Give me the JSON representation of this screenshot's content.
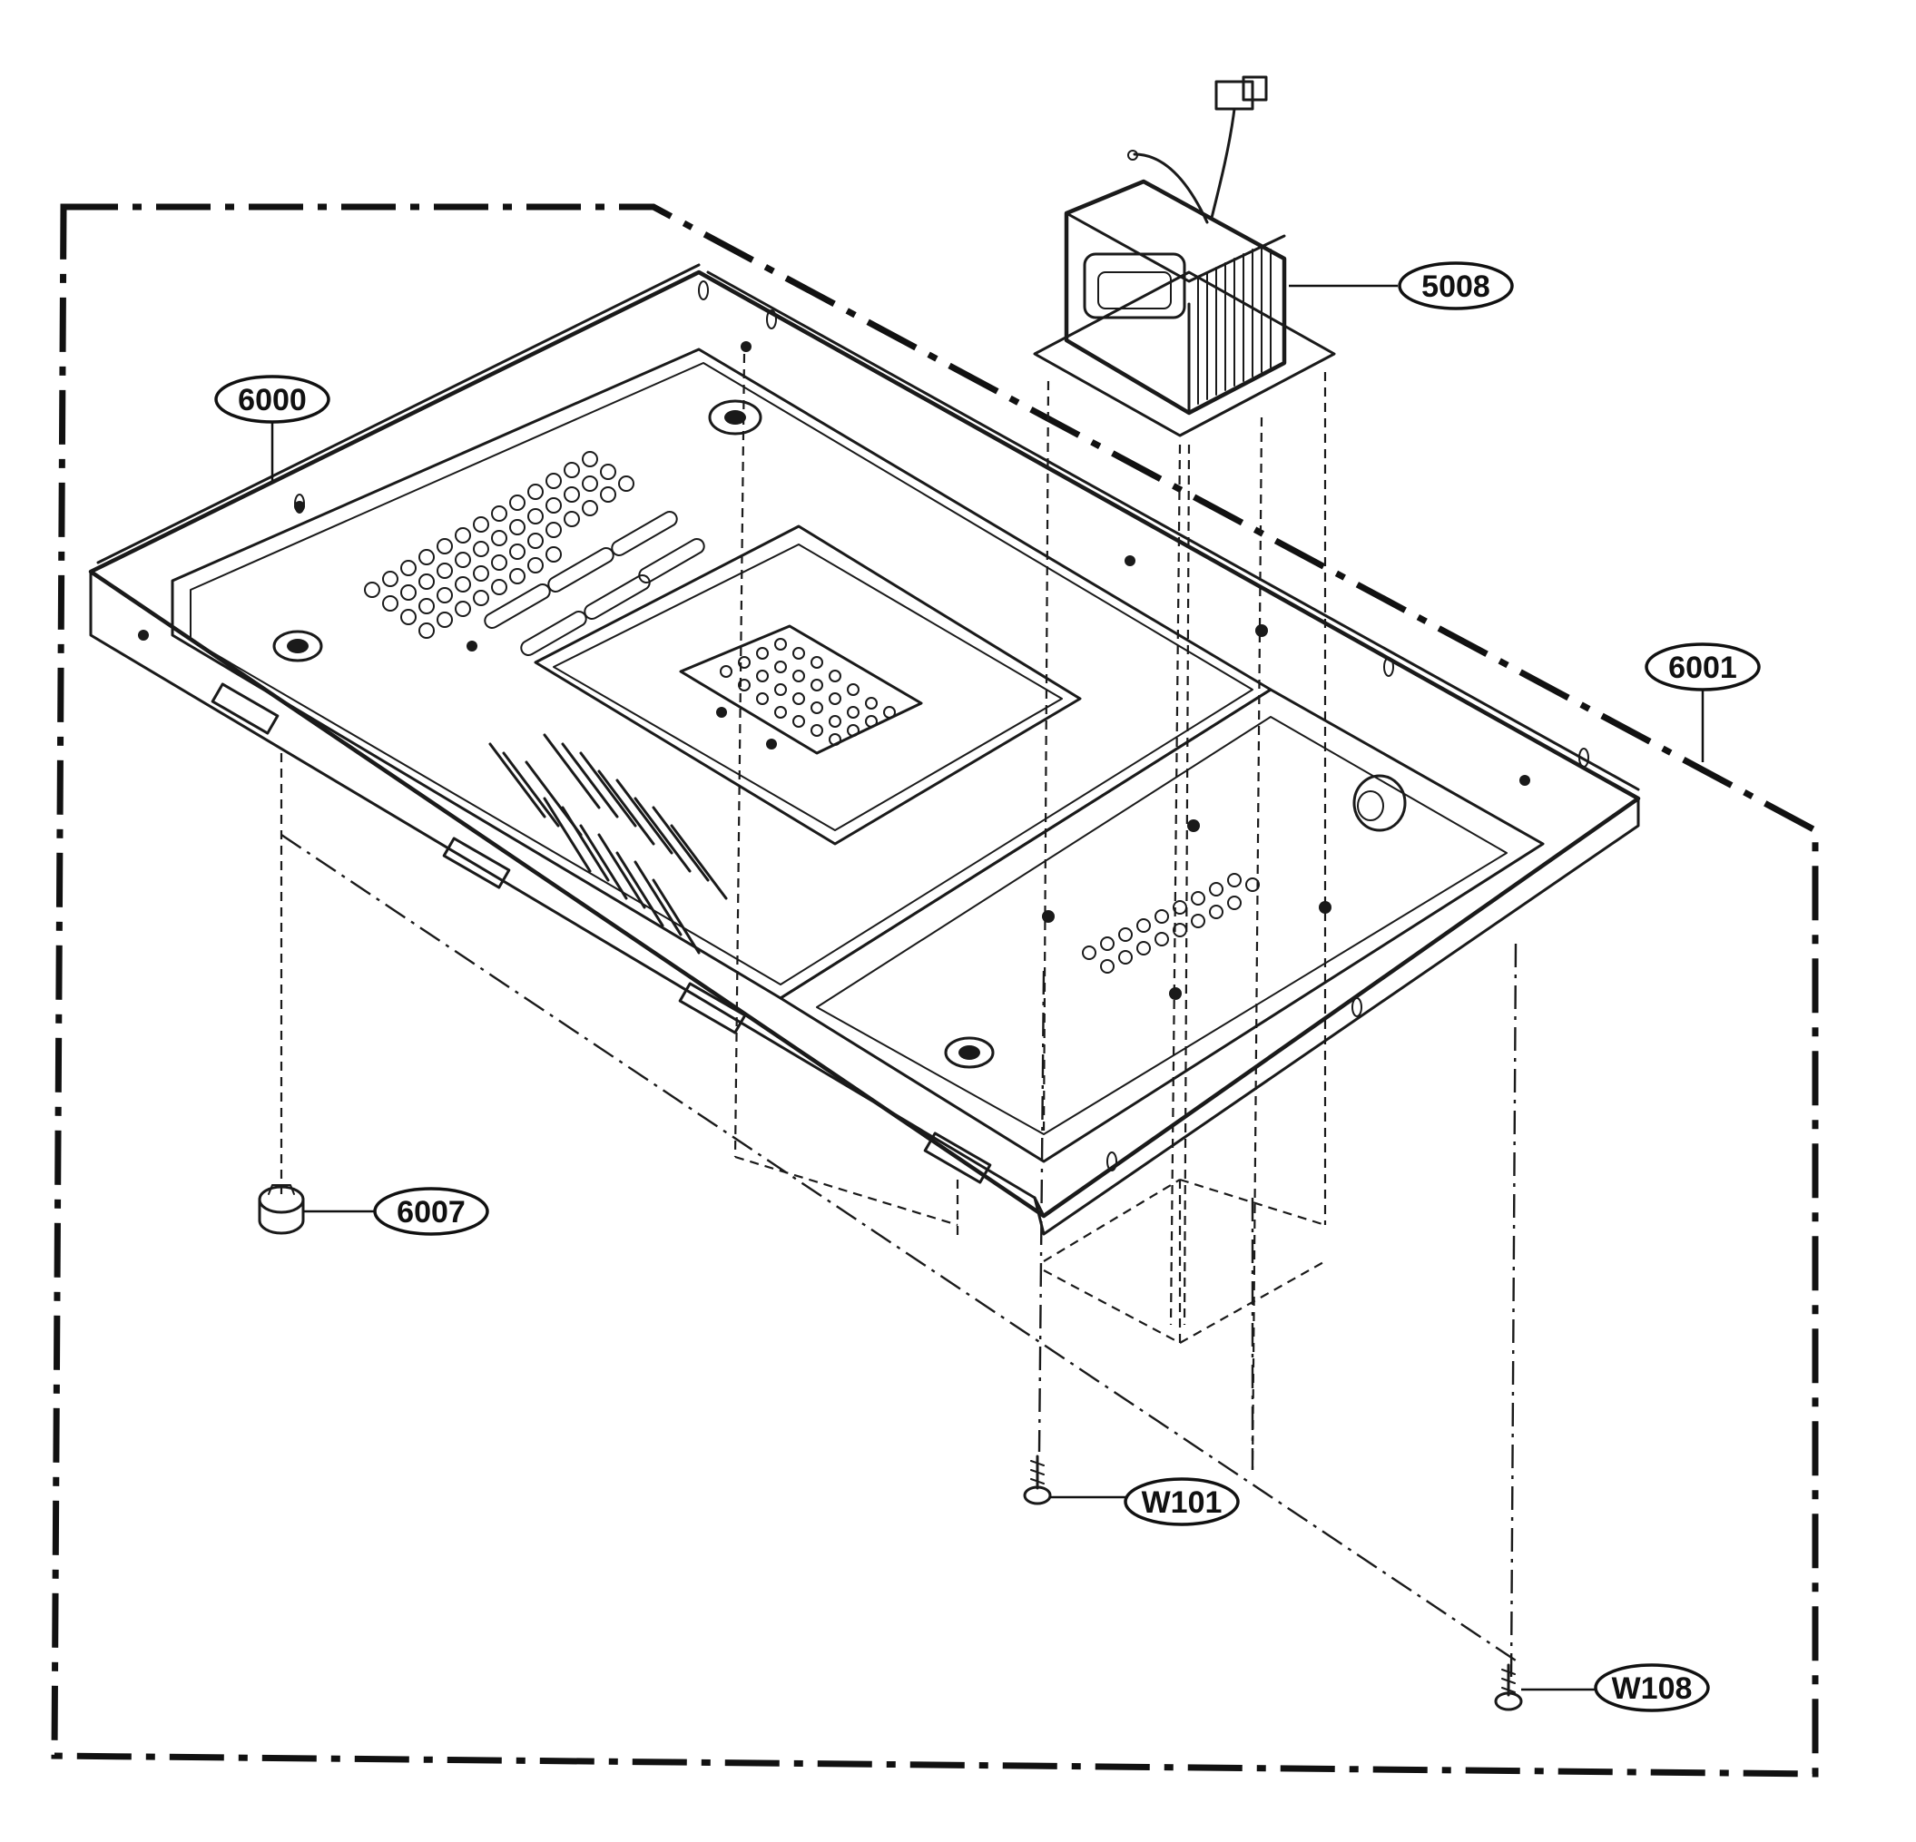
{
  "callouts": [
    {
      "id": "label-6000",
      "text": "6000"
    },
    {
      "id": "label-5008",
      "text": "5008"
    },
    {
      "id": "label-6001",
      "text": "6001"
    },
    {
      "id": "label-6007",
      "text": "6007"
    },
    {
      "id": "label-w101",
      "text": "W101"
    },
    {
      "id": "label-w108",
      "text": "W108"
    }
  ]
}
